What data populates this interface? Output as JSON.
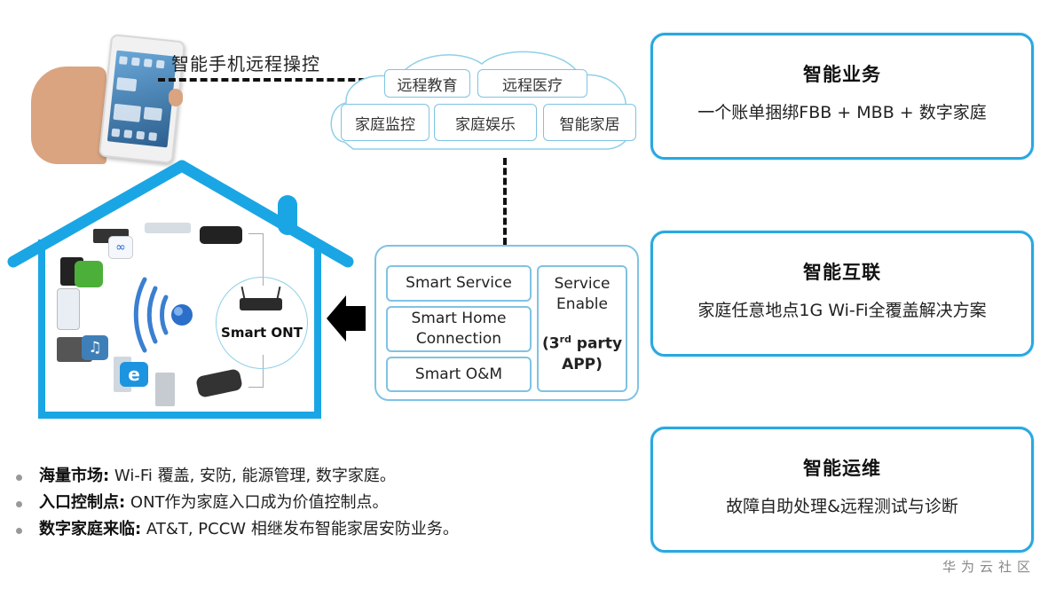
{
  "phone_caption": "智能手机远程操控",
  "cloud": {
    "services": [
      "远程教育",
      "远程医疗",
      "家庭监控",
      "家庭娱乐",
      "智能家居"
    ]
  },
  "house": {
    "ont_label": "Smart ONT",
    "devices": [
      "tablet-app",
      "set-top-box",
      "air-conditioner",
      "tv-box",
      "evernote-tablet",
      "smartphone",
      "laptop-music",
      "desktop-ie",
      "refrigerator",
      "telephone"
    ]
  },
  "smart_panel": {
    "items": [
      "Smart Service",
      "Smart Home",
      "Connection",
      "Smart O&M"
    ],
    "service_enable_line1": "Service",
    "service_enable_line2": "Enable",
    "third_party_prefix": "(3",
    "third_party_sup": "rd",
    "third_party_suffix": " party",
    "third_party_line2": "APP)"
  },
  "cards": [
    {
      "title": "智能业务",
      "text": "一个账单捆绑FBB  +  MBB  +  数字家庭"
    },
    {
      "title": "智能互联",
      "text": "家庭任意地点1G  Wi-Fi全覆盖解决方案"
    },
    {
      "title": "智能运维",
      "text": "故障自助处理&远程测试与诊断"
    }
  ],
  "bullets": [
    {
      "label": "海量市场:",
      "text": " Wi-Fi 覆盖, 安防, 能源管理, 数字家庭。"
    },
    {
      "label": "入口控制点:",
      "text": " ONT作为家庭入口成为价值控制点。"
    },
    {
      "label": "数字家庭来临:",
      "text": "  AT&T, PCCW 相继发布智能家居安防业务。"
    }
  ],
  "watermark": "华为云社区",
  "colors": {
    "accent_blue": "#29a8e0",
    "light_blue": "#7fc3e3"
  }
}
